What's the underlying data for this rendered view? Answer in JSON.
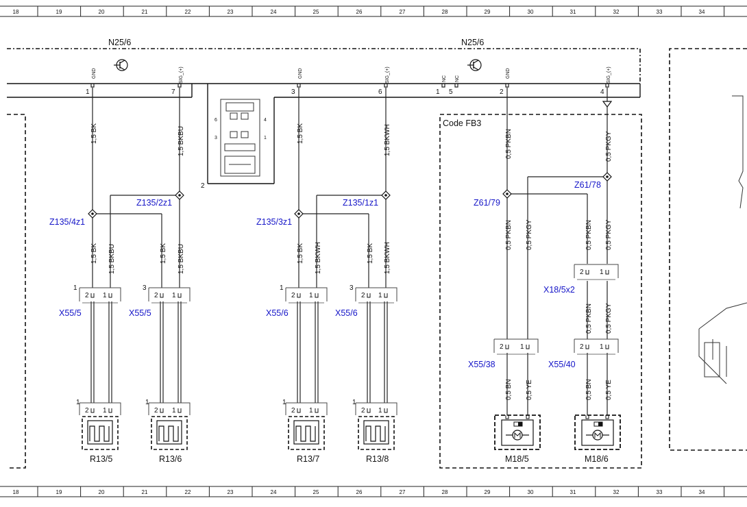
{
  "grid_numbers": [
    "18",
    "19",
    "20",
    "21",
    "22",
    "23",
    "24",
    "25",
    "26",
    "27",
    "28",
    "29",
    "30",
    "31",
    "32",
    "33",
    "34"
  ],
  "control_units": [
    "N25/6",
    "N25/6"
  ],
  "code_label": "Code FB3",
  "connector_small": "2",
  "pin_labels": {
    "gnd": "GND",
    "sig": "SIG_(+)",
    "nc": "NC"
  },
  "pin_numbers": [
    "1",
    "7",
    "3",
    "6",
    "1",
    "5",
    "2",
    "4"
  ],
  "splices": [
    "Z135/4z1",
    "Z135/2z1",
    "Z135/3z1",
    "Z135/1z1",
    "Z61/79",
    "Z61/78"
  ],
  "connectors": [
    "X55/5",
    "X55/5",
    "X55/6",
    "X55/6",
    "X18/5x2",
    "X55/38",
    "X55/40"
  ],
  "components": [
    "R13/5",
    "R13/6",
    "R13/7",
    "R13/8",
    "M18/5",
    "M18/6"
  ],
  "wires": {
    "bk15": "1,5 BK",
    "bkbu15": "1,5 BKBU",
    "bkwh15": "1,5 BKWH",
    "pkbn05": "0,5 PKBN",
    "pkgy05": "0,5 PKGY",
    "bn05": "0,5 BN",
    "ye05": "0,5 YE"
  },
  "connector_pins": {
    "one": "1",
    "two": "2",
    "three": "3"
  },
  "inset_pins": [
    "6",
    "4",
    "3",
    "1"
  ]
}
